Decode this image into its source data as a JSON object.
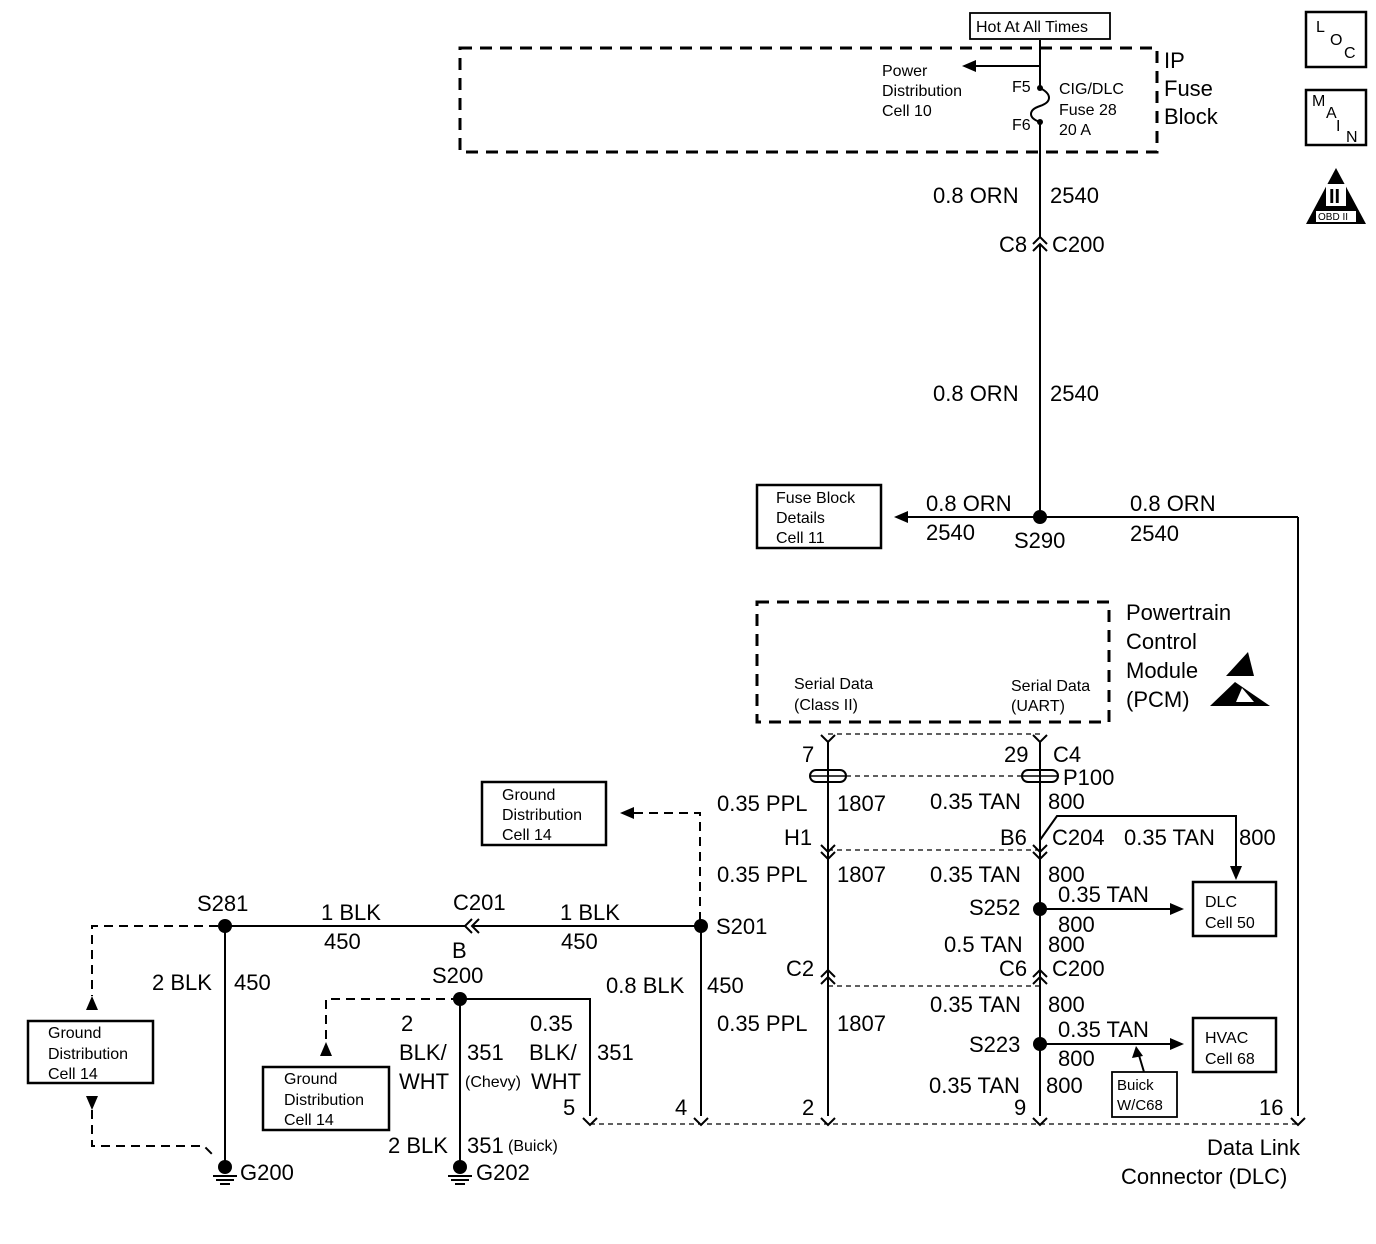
{
  "hot_label": "Hot At All Times",
  "ip_fuse_block": {
    "title_lines": [
      "IP",
      "Fuse",
      "Block"
    ]
  },
  "power_distribution": {
    "lines": [
      "Power",
      "Distribution",
      "Cell 10"
    ]
  },
  "fuse": {
    "top_pin": "F5",
    "bottom_pin": "F6",
    "lines": [
      "CIG/DLC",
      "Fuse 28",
      "20 A"
    ]
  },
  "icons": {
    "loc": [
      "L",
      "O",
      "C"
    ],
    "main": [
      "M",
      "A",
      "I",
      "N"
    ],
    "obd_numeral": "II",
    "obd_label": "OBD II"
  },
  "wire_top_1": {
    "gauge": "0.8 ORN",
    "circuit": "2540"
  },
  "connector_c8": {
    "left": "C8",
    "right": "C200"
  },
  "wire_top_2": {
    "gauge": "0.8 ORN",
    "circuit": "2540"
  },
  "fuse_block_details": {
    "lines": [
      "Fuse Block",
      "Details",
      "Cell 11"
    ]
  },
  "s290": {
    "name": "S290",
    "left_gauge": "0.8 ORN",
    "left_circuit": "2540",
    "right_gauge": "0.8 ORN",
    "right_circuit": "2540"
  },
  "pcm": {
    "title_lines": [
      "Powertrain",
      "Control",
      "Module",
      "(PCM)"
    ],
    "serial_class2": [
      "Serial Data",
      "(Class II)"
    ],
    "serial_uart": [
      "Serial Data",
      "(UART)"
    ],
    "pin_left": "7",
    "pin_right": "29",
    "connector": "C4",
    "p100": "P100"
  },
  "ground_dist_top": {
    "lines": [
      "Ground",
      "Distribution",
      "Cell 14"
    ]
  },
  "ppl_1": {
    "gauge": "0.35 PPL",
    "circuit": "1807"
  },
  "tan_1": {
    "gauge": "0.35 TAN",
    "circuit": "800"
  },
  "c204": {
    "h1": "H1",
    "b6": "B6",
    "name": "C204",
    "gauge": "0.35 TAN",
    "circuit": "800"
  },
  "ppl_2": {
    "gauge": "0.35 PPL",
    "circuit": "1807"
  },
  "tan_2": {
    "gauge": "0.35 TAN",
    "circuit": "800"
  },
  "s252": {
    "name": "S252",
    "gauge": "0.35 TAN",
    "circuit": "800"
  },
  "dlc_cell": {
    "lines": [
      "DLC",
      "Cell 50"
    ]
  },
  "tan_3": {
    "gauge": "0.5 TAN",
    "circuit": "800"
  },
  "c2": {
    "left": "C2",
    "c6": "C6",
    "right": "C200"
  },
  "tan_4": {
    "gauge": "0.35 TAN",
    "circuit": "800"
  },
  "ppl_3": {
    "gauge": "0.35 PPL",
    "circuit": "1807"
  },
  "s223": {
    "name": "S223",
    "gauge": "0.35 TAN",
    "circuit": "800"
  },
  "hvac_cell": {
    "lines": [
      "HVAC",
      "Cell 68"
    ]
  },
  "buick_note": {
    "lines": [
      "Buick",
      "W/C68"
    ]
  },
  "tan_5": {
    "gauge": "0.35 TAN",
    "circuit": "800"
  },
  "s281": {
    "name": "S281",
    "gauge": "2 BLK",
    "circuit": "450"
  },
  "blk_left": {
    "gauge": "1 BLK",
    "circuit": "450"
  },
  "c201": {
    "name": "C201",
    "pin": "B"
  },
  "blk_right": {
    "gauge": "1 BLK",
    "circuit": "450"
  },
  "s201": {
    "name": "S201",
    "gauge": "0.8 BLK",
    "circuit": "450"
  },
  "s200": {
    "name": "S200"
  },
  "wire_351_chevy": {
    "gauge_lines": [
      "2",
      "BLK/",
      "WHT"
    ],
    "circuit": "351",
    "note": "(Chevy)"
  },
  "wire_351_b": {
    "gauge_lines": [
      "0.35",
      "BLK/",
      "WHT"
    ],
    "circuit": "351"
  },
  "wire_351_buick": {
    "gauge": "2 BLK",
    "circuit": "351",
    "note": "(Buick)"
  },
  "ground_dist_left": {
    "lines": [
      "Ground",
      "Distribution",
      "Cell 14"
    ]
  },
  "ground_dist_mid": {
    "lines": [
      "Ground",
      "Distribution",
      "Cell 14"
    ]
  },
  "g200": "G200",
  "g202": "G202",
  "dlc_pins": {
    "p5": "5",
    "p4": "4",
    "p2": "2",
    "p9": "9",
    "p16": "16"
  },
  "dlc_connector": {
    "lines": [
      "Data Link",
      "Connector (DLC)"
    ]
  }
}
